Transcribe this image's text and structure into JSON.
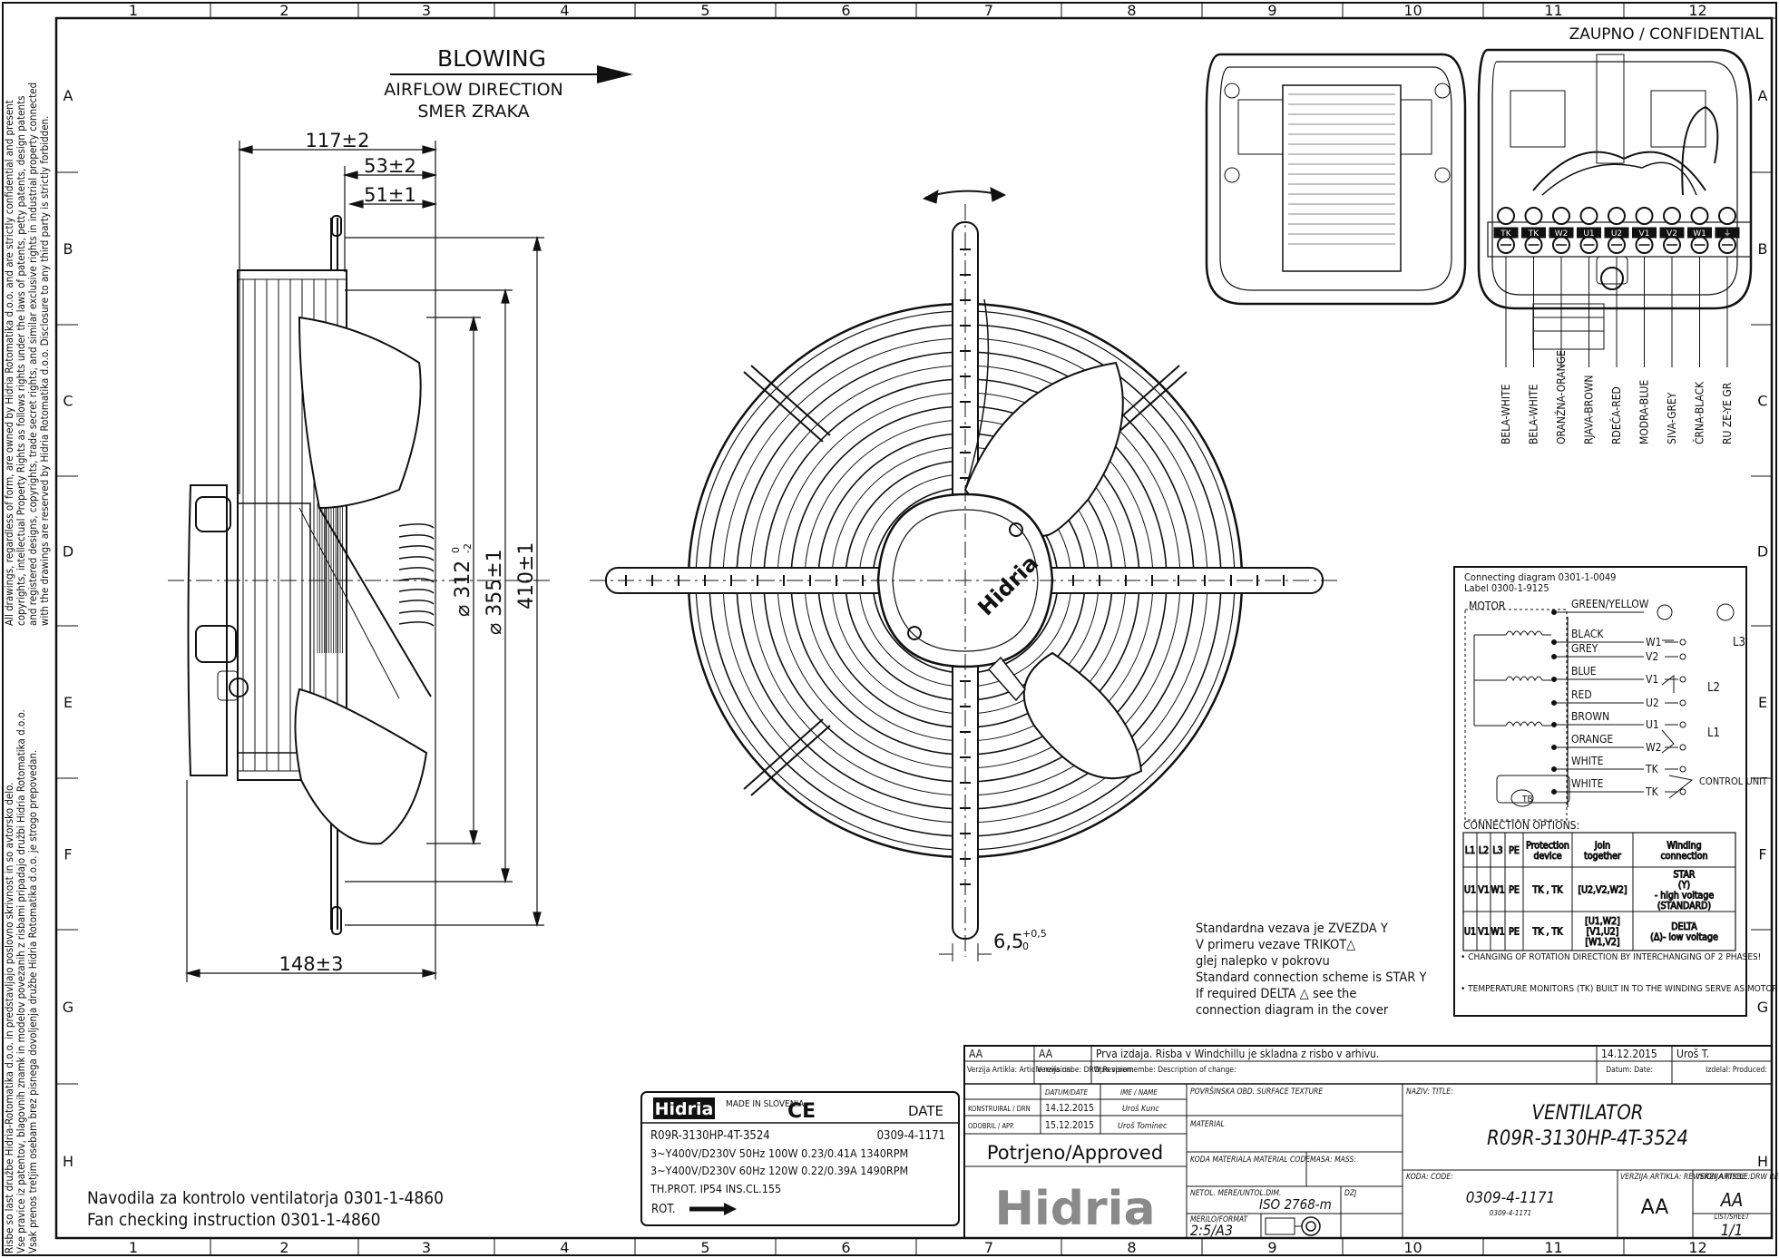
{
  "frame": {
    "columns": [
      "1",
      "2",
      "3",
      "4",
      "5",
      "6",
      "7",
      "8",
      "9",
      "10",
      "11",
      "12"
    ],
    "rows": [
      "A",
      "B",
      "C",
      "D",
      "E",
      "F",
      "G",
      "H"
    ]
  },
  "side_notice": {
    "en": [
      "All drawings, regardless of form, are owned by Hidria Rotomatika d.o.o. and are strictly confidential and present",
      "copyrights, intellectual Property Rights as follows rights under the laws of patents, petty patents, design patents",
      "and registered designs, copyrights, trade secret rights, and similar exclusive rights in industrial property connected",
      "with the drawings are reserved by Hidria Rotomatika d.o.o. Disclosure to any third party is strictly forbidden."
    ],
    "sl": [
      "Risbe so last družbe Hidria-Rotomatika d.o.o. in predstavljajo poslovno skrivnost in so avtorsko delo.",
      "Vse pravice iz patentov, blagovnih znamk in modelov povezanih z risbami pripadajo družbi Hidria Rotomatika d.o.o.",
      "Vsak prenos tretjim osebam brez pisnega dovoljenja družbe Hidria Rotomatika d.o.o. je strogo prepovedan."
    ]
  },
  "confidential": "ZAUPNO / CONFIDENTIAL",
  "airflow": {
    "title": "BLOWING",
    "line1": "AIRFLOW DIRECTION",
    "line2": "SMER ZRAKA"
  },
  "dimensions": {
    "d117": "117±2",
    "d53": "53±2",
    "d51": "51±1",
    "d148": "148±3",
    "d312": "⌀ 312",
    "d312_tol_top": "0",
    "d312_tol_bot": "-2",
    "d355": "⌀ 355±1",
    "d410": "410±1",
    "d65": "6,5",
    "d65_tol_top": "+0,5",
    "d65_tol_bot": "0"
  },
  "fan_logo": "Hidria",
  "wire_labels": [
    "BELA-WHITE",
    "BELA-WHITE",
    "ORANŽNA-ORANGE",
    "RJAVA-BROWN",
    "RDEČA-RED",
    "MODRA-BLUE",
    "SIVA-GREY",
    "ČRNA-BLACK",
    "RU ZE-YE GR"
  ],
  "terminals": [
    "TK",
    "TK",
    "W2",
    "U1",
    "U2",
    "V1",
    "V2",
    "W1",
    "⏚"
  ],
  "connecting_diagram": {
    "title1": "Connecting diagram 0301-1-0049",
    "title2": "Label 0300-1-9125",
    "motor": "MOTOR",
    "wires": [
      {
        "color": "GREEN/YELLOW",
        "term": ""
      },
      {
        "color": "BLACK",
        "term": "W1"
      },
      {
        "color": "GREY",
        "term": "V2"
      },
      {
        "color": "BLUE",
        "term": "V1"
      },
      {
        "color": "RED",
        "term": "U2"
      },
      {
        "color": "BROWN",
        "term": "U1"
      },
      {
        "color": "ORANGE",
        "term": "W2"
      },
      {
        "color": "WHITE",
        "term": "TK"
      },
      {
        "color": "WHITE",
        "term": "TK"
      }
    ],
    "line_labels": {
      "l3": "L3",
      "l2": "L2",
      "l1": "L1"
    },
    "control_unit": "CONTROL UNIT",
    "tb": "TB",
    "options_title": "CONNECTION OPTIONS:",
    "table_header": [
      "L1",
      "L2",
      "L3",
      "PE",
      "Protection device",
      "Join together",
      "Winding connection"
    ],
    "rows": [
      [
        "U1",
        "V1",
        "W1",
        "PE",
        "TK , TK",
        "[U2,V2,W2]",
        "STAR (Y) - high voltage (STANDARD)"
      ],
      [
        "U1",
        "V1",
        "W1",
        "PE",
        "TK , TK",
        "[U1,W2] [V1,U2] [W1,V2]",
        "DELTA (Δ)- low voltage"
      ]
    ],
    "note1": "• CHANGING OF ROTATION DIRECTION BY INTERCHANGING OF 2 PHASES!",
    "note2": "• TEMPERATURE MONITORS (TK) BUILT IN TO THE WINDING SERVE AS MOTOR CUT-OUT SWITCH AND MUST BE CONNECTED TO THE OUTSIDE CONTROL UNIT!"
  },
  "connection_note": [
    "Standardna vezava je ZVEZDA Y",
    "V primeru vezave TRIKOT△",
    "glej nalepko v pokrovu",
    "Standard connection scheme is STAR Y",
    "If required DELTA △ see the",
    "connection diagram in the cover"
  ],
  "nameplate": {
    "logo": "Hidria",
    "made_in": "MADE IN SLOVENIA",
    "ce": "CE",
    "date": "DATE",
    "model": "R09R-3130HP-4T-3524",
    "code": "0309-4-1171",
    "line1": "3~Y400V/D230V 50Hz 100W 0.23/0.41A 1340RPM",
    "line2": "3~Y400V/D230V 60Hz 120W 0.22/0.39A 1490RPM",
    "line3": "TH.PROT. IP54 INS.CL.155",
    "rot": "ROT."
  },
  "instructions": {
    "sl": "Navodila za kontrolo ventilatorja 0301-1-4860",
    "en": "Fan checking instruction 0301-1-4860"
  },
  "title_block": {
    "rev_aa": "AA",
    "rev_aa2": "AA",
    "rev_desc": "Prva izdaja. Risba v Windchillu je skladna z risbo v arhivu.",
    "rev_date": "14.12.2015",
    "rev_by": "Uroš T.",
    "h_article_rev": "Verzija Artikla: Article revision:",
    "h_drw_rev": "Verzija risbe: DRW Revision:",
    "h_desc": "Opis spremembe: Description of change:",
    "h_date": "Datum: Date:",
    "h_produced": "Izdelal: Produced:",
    "h_datum": "DATUM/DATE",
    "h_name": "IME / NAME",
    "konstruiral": "KONSTRUIRAL / DRN",
    "odobril": "ODOBRIL / APP.",
    "k_date": "14.12.2015",
    "k_name": "Uroš Kunc",
    "o_date": "15.12.2015",
    "o_name": "Uroš Tominec",
    "approved": "Potrjeno/Approved",
    "logo": "Hidria",
    "surface": "POVRŠINSKA OBD. SURFACE TEXTURE",
    "material": "MATERIAL",
    "mat_code": "KODA MATERIALA MATERIAL CODE",
    "mass": "MASA: MASS:",
    "tol": "NETOL. MERE/UNTOL.DIM.",
    "iso": "ISO 2768-m",
    "dzj": "DZJ",
    "scale_label": "MERILO/FORMAT",
    "scale": "2:5/A3",
    "naziv": "NAZIV: TITLE:",
    "title1": "VENTILATOR",
    "title2": "R09R-3130HP-4T-3524",
    "koda": "KODA: CODE:",
    "code": "0309-4-1171",
    "code_small": "0309-4-1171",
    "art_rev_label": "VERZIJA ARTIKLA: REVISION ARTICLE:",
    "art_rev": "AA",
    "drw_rev_label": "VERZIJA RISBE: DRW REVISION:",
    "drw_rev": "AA",
    "sheet_label": "LIST/SHEET",
    "sheet": "1/1"
  }
}
